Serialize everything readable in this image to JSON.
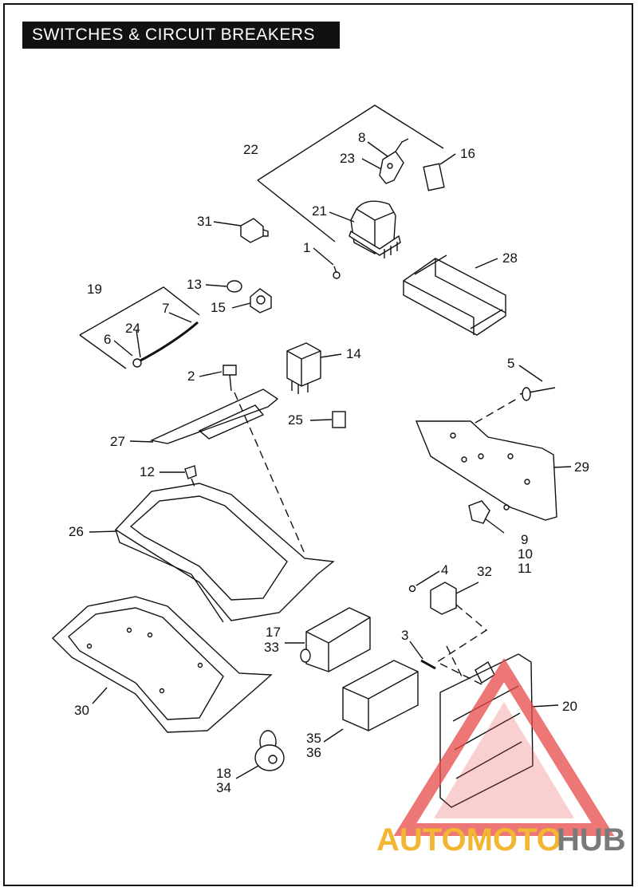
{
  "title": "SWITCHES & CIRCUIT BREAKERS",
  "callouts": [
    "22",
    "8",
    "23",
    "16",
    "21",
    "31",
    "1",
    "28",
    "13",
    "19",
    "7",
    "15",
    "24",
    "6",
    "14",
    "2",
    "5",
    "25",
    "27",
    "29",
    "12",
    "9",
    "10",
    "11",
    "26",
    "4",
    "32",
    "17",
    "33",
    "3",
    "20",
    "30",
    "35",
    "36",
    "18",
    "34"
  ],
  "watermark": {
    "part_a": "AUTOMOTO",
    "part_b": "HUB",
    "color_a": "#f2b632",
    "color_b": "#7a7a7a",
    "triangle_color": "#e84a4a"
  }
}
